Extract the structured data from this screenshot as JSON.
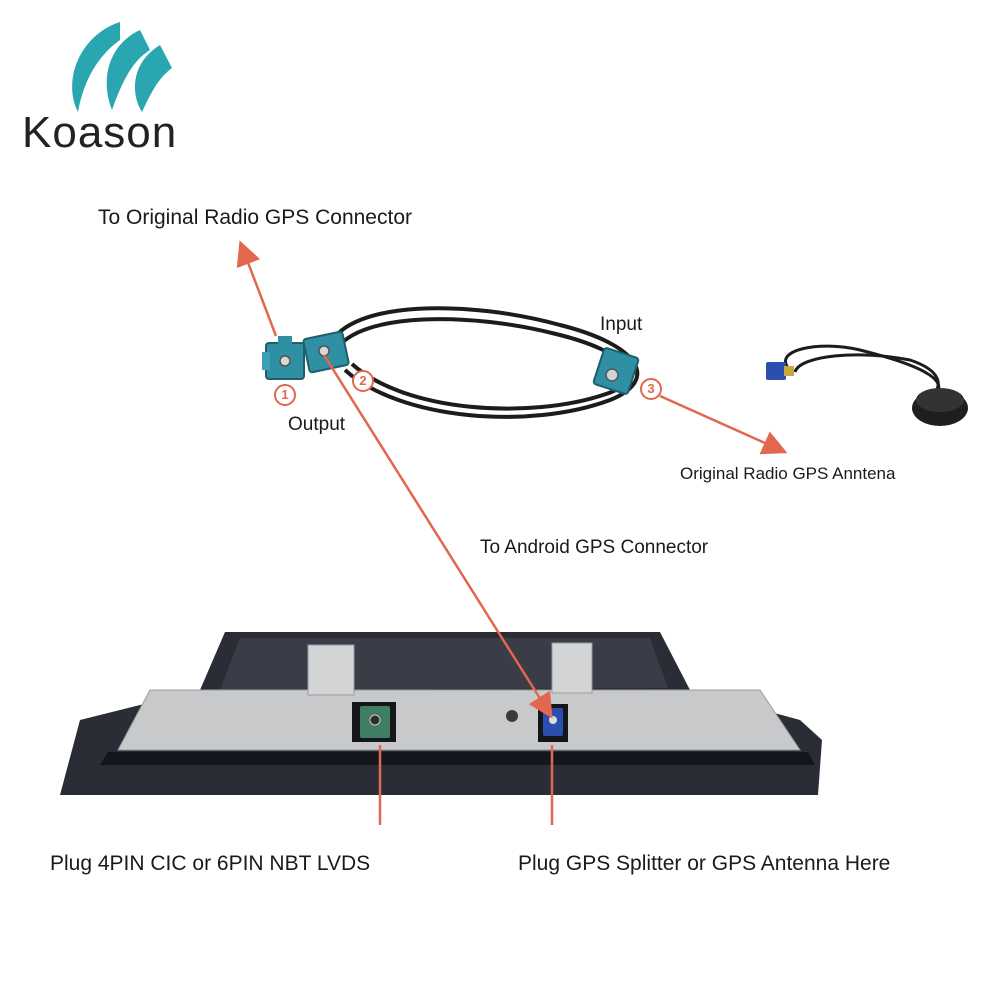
{
  "brand": {
    "name": "Koason",
    "accent_color": "#2aa6b0"
  },
  "labels": {
    "to_original_radio": "To Original Radio GPS Connector",
    "input": "Input",
    "output": "Output",
    "original_antenna": "Original Radio GPS Anntena",
    "to_android": "To Android GPS Connector",
    "plug_lvds": "Plug 4PIN CIC or 6PIN NBT LVDS",
    "plug_gps": "Plug GPS Splitter or GPS Antenna Here"
  },
  "badges": {
    "one": "1",
    "two": "2",
    "three": "3"
  },
  "colors": {
    "arrow": "#e2674f",
    "connector_teal": "#2f8fa3",
    "connector_blue": "#2a4fb0",
    "connector_green": "#3f7e62",
    "cable": "#1c1c1c",
    "unit_body": "#2b2d36",
    "unit_metal": "#c7c9cb"
  }
}
